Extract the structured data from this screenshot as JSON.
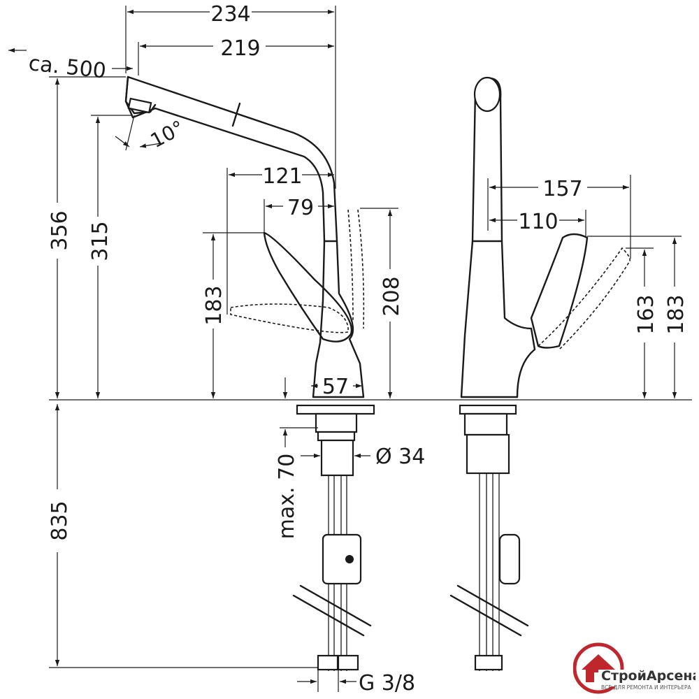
{
  "dimensions": {
    "width_total": "234",
    "spout_reach": "219",
    "hose_pullout": "ca. 500",
    "spray_angle": "10°",
    "total_height": "356",
    "spout_height": "315",
    "lever_121": "121",
    "lever_79": "79",
    "lever_height": "183",
    "body_height": "208",
    "base_diameter": "57",
    "side_157": "157",
    "side_110": "110",
    "side_163": "163",
    "side_183": "183",
    "below_height": "835",
    "max_thickness": "max. 70",
    "shank_diameter": "Ø 34",
    "connection": "G 3/8"
  },
  "logo": {
    "name": "СтройАрсенал",
    "tagline": "ВСЕ ДЛЯ РЕМОНТА И ИНТЕРЬЕРА",
    "accent_color": "#c0272d"
  }
}
